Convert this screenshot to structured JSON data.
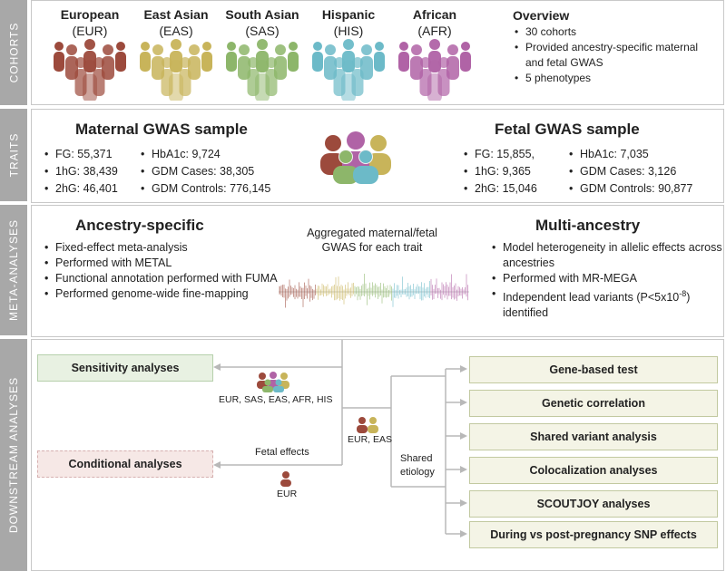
{
  "tabs": {
    "cohorts": "COHORTS",
    "traits": "TRAITS",
    "meta": "META-ANALYSES",
    "downstream": "DOWNSTREAM ANALYSES"
  },
  "cohorts": {
    "groups": [
      {
        "name": "European",
        "abbr": "(EUR)",
        "color": "#9c4a3c"
      },
      {
        "name": "East Asian",
        "abbr": "(EAS)",
        "color": "#c8b45a"
      },
      {
        "name": "South Asian",
        "abbr": "(SAS)",
        "color": "#8db66a"
      },
      {
        "name": "Hispanic",
        "abbr": "(HIS)",
        "color": "#6cbac8"
      },
      {
        "name": "African",
        "abbr": "(AFR)",
        "color": "#b063a6"
      }
    ],
    "overview_title": "Overview",
    "overview_items": [
      "30 cohorts",
      "Provided ancestry-specific maternal and fetal GWAS",
      "5 phenotypes"
    ]
  },
  "traits": {
    "maternal_title": "Maternal GWAS sample",
    "maternal_col1": [
      "FG: 55,371",
      "1hG: 38,439",
      "2hG: 46,401"
    ],
    "maternal_col2": [
      "HbA1c: 9,724",
      "GDM Cases: 38,305",
      "GDM Controls: 776,145"
    ],
    "fetal_title": "Fetal GWAS sample",
    "fetal_col1": [
      "FG: 15,855,",
      "1hG: 9,365",
      "2hG: 15,046"
    ],
    "fetal_col2": [
      "HbA1c: 7,035",
      "GDM Cases: 3,126",
      "GDM Controls: 90,877"
    ]
  },
  "meta": {
    "ancestry_title": "Ancestry-specific",
    "ancestry_items": [
      "Fixed-effect meta-analysis",
      "Performed with METAL",
      "Functional annotation performed with FUMA",
      "Performed genome-wide fine-mapping"
    ],
    "center_text": "Aggregated maternal/fetal GWAS for each trait",
    "multi_title": "Multi-ancestry",
    "multi_items": [
      "Model heterogeneity in allelic effects across ancestries",
      "Performed with MR-MEGA"
    ],
    "multi_last_prefix": "Independent lead variants (P<5x10",
    "multi_last_exp": "-8",
    "multi_last_suffix": ") identified"
  },
  "downstream": {
    "sensitivity": "Sensitivity analyses",
    "sensitivity_label": "EUR, SAS, EAS, AFR, HIS",
    "center_label": "EUR, EAS",
    "fetal_effects": "Fetal effects",
    "conditional": "Conditional analyses",
    "conditional_label": "EUR",
    "shared_etiology": "Shared etiology",
    "right_boxes": [
      "Gene-based test",
      "Genetic correlation",
      "Shared variant analysis",
      "Colocalization analyses",
      "SCOUTJOY analyses",
      "During vs post-pregnancy SNP effects"
    ]
  }
}
